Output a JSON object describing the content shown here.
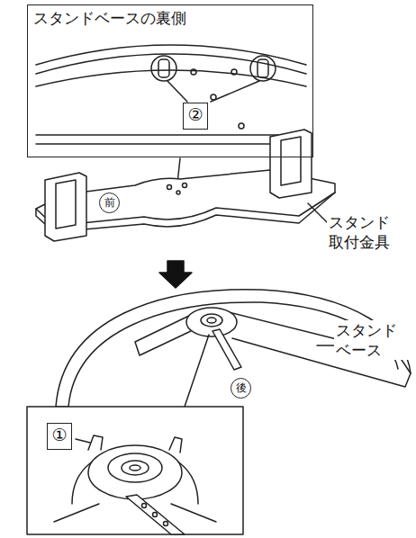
{
  "diagram": {
    "nodes": [
      {
        "text": [
          "スタンドベースの裏側"
        ]
      },
      {
        "text": [
          "②"
        ],
        "in": 0
      },
      {
        "text": [
          "前"
        ]
      },
      {
        "text": [
          "後"
        ]
      },
      {
        "text": [
          "①"
        ]
      }
    ],
    "labels": [
      "スタンド 取付金具",
      "スタンド ベース"
    ]
  }
}
